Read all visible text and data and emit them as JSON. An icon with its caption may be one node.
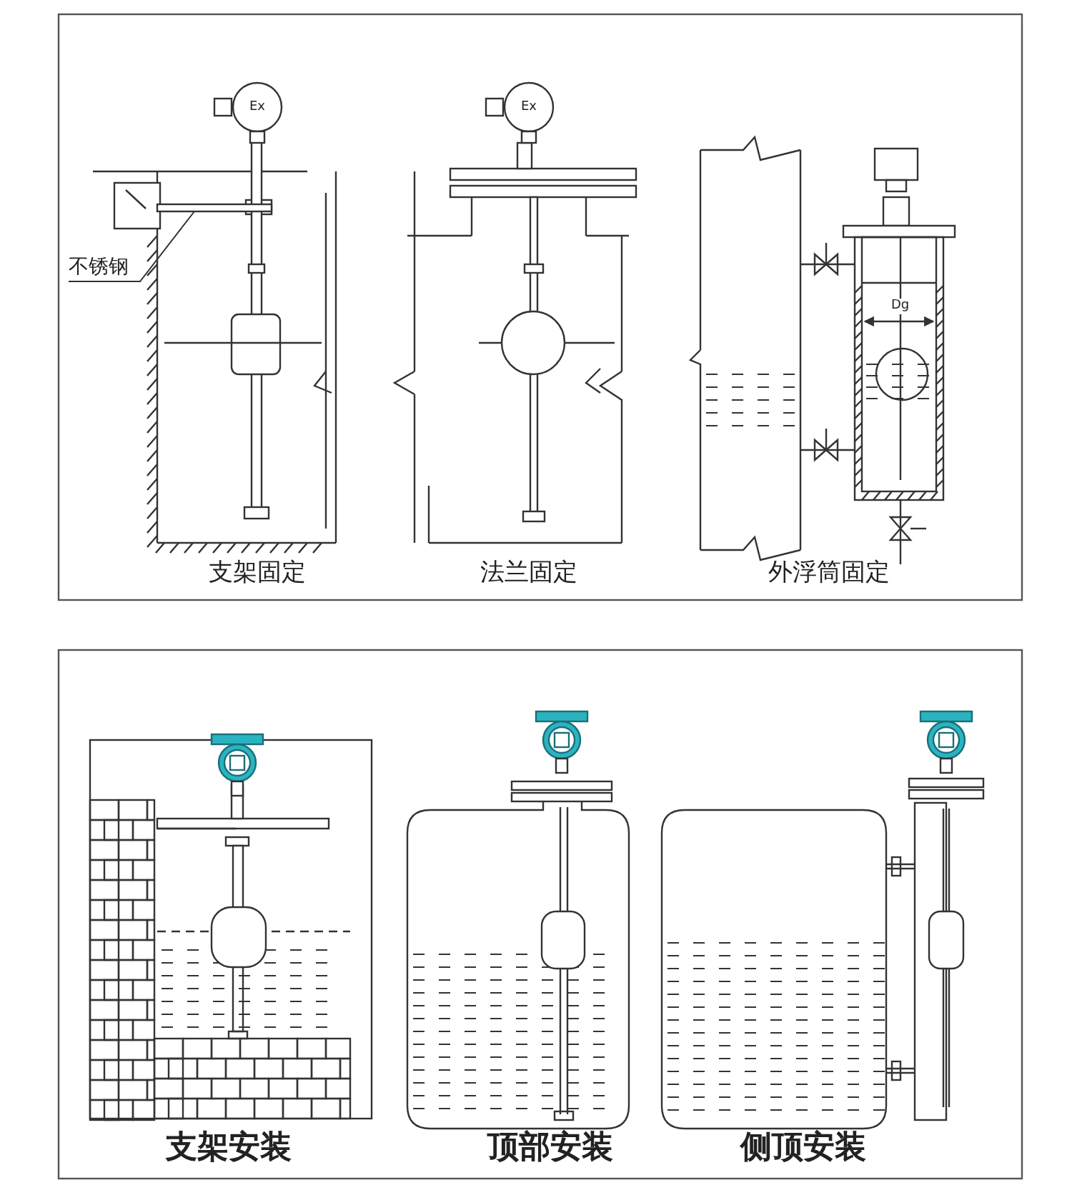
{
  "diagram": {
    "nodes": [
      {
        "text": [
          "不锈钢"
        ]
      },
      {
        "text": [],
        "shape": "bar"
      }
    ],
    "edges": [
      {
        "from": 0,
        "to": 1,
        "arrow": "none"
      }
    ],
    "labels": [
      "Ex",
      "Ex",
      "Dg",
      "支架固定",
      "法兰固定",
      "外浮筒固定",
      "支架安装",
      "顶部安装",
      "侧顶安装"
    ]
  }
}
